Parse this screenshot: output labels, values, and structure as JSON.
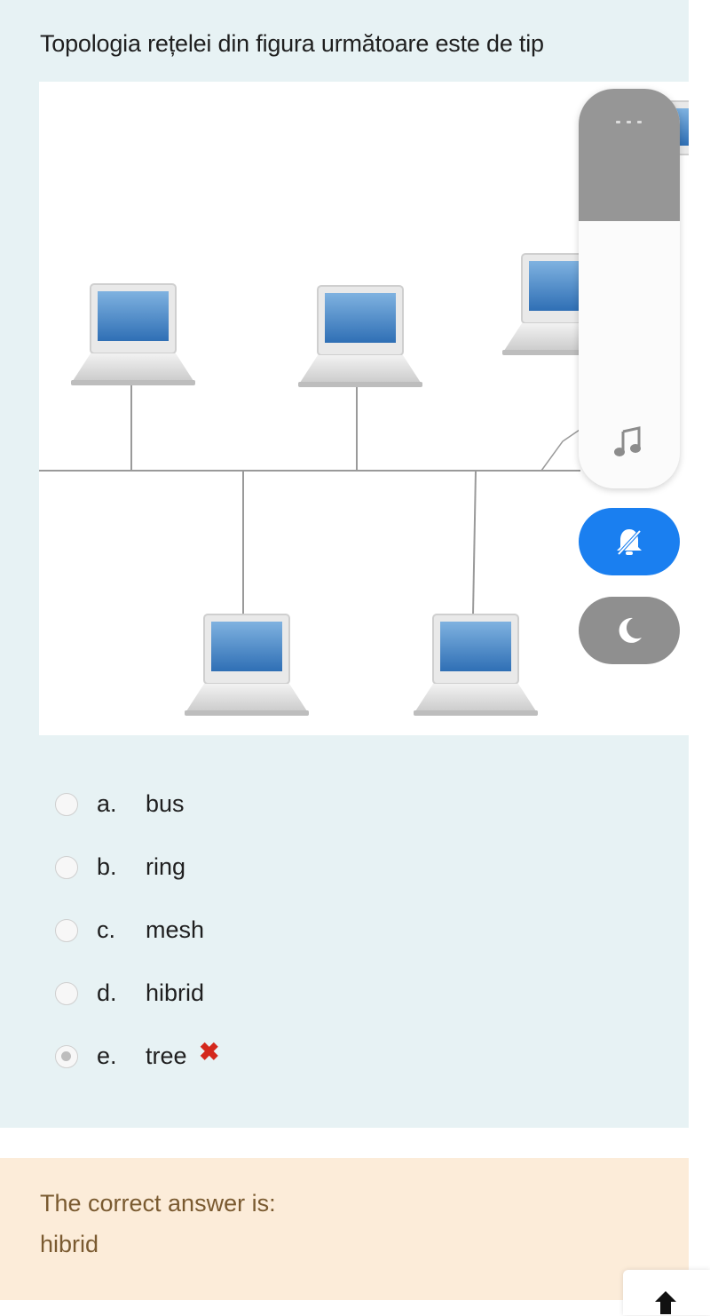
{
  "question": {
    "text": "Topologia rețelei din figura următoare este de tip"
  },
  "options": [
    {
      "letter": "a.",
      "label": "bus",
      "selected": false
    },
    {
      "letter": "b.",
      "label": "ring",
      "selected": false
    },
    {
      "letter": "c.",
      "label": "mesh",
      "selected": false
    },
    {
      "letter": "d.",
      "label": "hibrid",
      "selected": false
    },
    {
      "letter": "e.",
      "label": "tree",
      "selected": true,
      "marked_wrong": true
    }
  ],
  "wrong_mark": "✖",
  "feedback": {
    "title": "The correct answer is:",
    "answer": "hibrid"
  },
  "volume_overlay": {
    "level_percent": 33,
    "icons": [
      "more-icon",
      "music-note-icon",
      "bell-off-icon",
      "moon-icon"
    ],
    "ring_mode_color": "#1a7ff0",
    "dnd_color": "#8f8f8f"
  },
  "scroll_top": {
    "icon": "arrow-up-icon"
  },
  "colors": {
    "question_background": "#e7f2f4",
    "feedback_background": "#fcecd9",
    "feedback_text": "#7a5a30",
    "wrong_mark": "#d4281c"
  }
}
